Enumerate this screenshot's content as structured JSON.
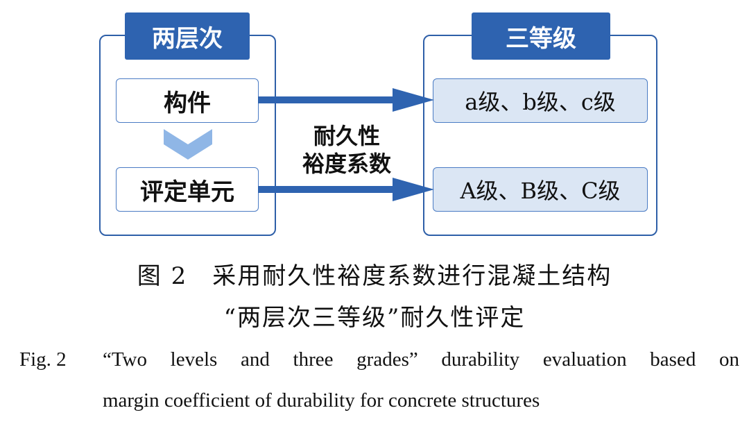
{
  "left_panel": {
    "header": "两层次",
    "items": [
      "构件",
      "评定单元"
    ]
  },
  "right_panel": {
    "header": "三等级",
    "items": [
      "a级、b级、c级",
      "A级、B级、C级"
    ]
  },
  "center_label": {
    "line1": "耐久性",
    "line2": "裕度系数"
  },
  "caption_cn": {
    "line1": "图 2　采用耐久性裕度系数进行混凝土结构",
    "line2": "“两层次三等级”耐久性评定"
  },
  "caption_en": {
    "fig_label": "Fig. 2",
    "line1": "“Two levels and three grades” durability evaluation based on",
    "line2": "margin coefficient of durability for concrete structures"
  },
  "colors": {
    "primary_blue": "#2e63b0",
    "light_blue_fill": "#dbe6f4",
    "chevron_blue": "#8fb6e6"
  },
  "icons": {
    "down_chevron": "chevron-down-icon",
    "arrow": "arrow-right-icon"
  }
}
